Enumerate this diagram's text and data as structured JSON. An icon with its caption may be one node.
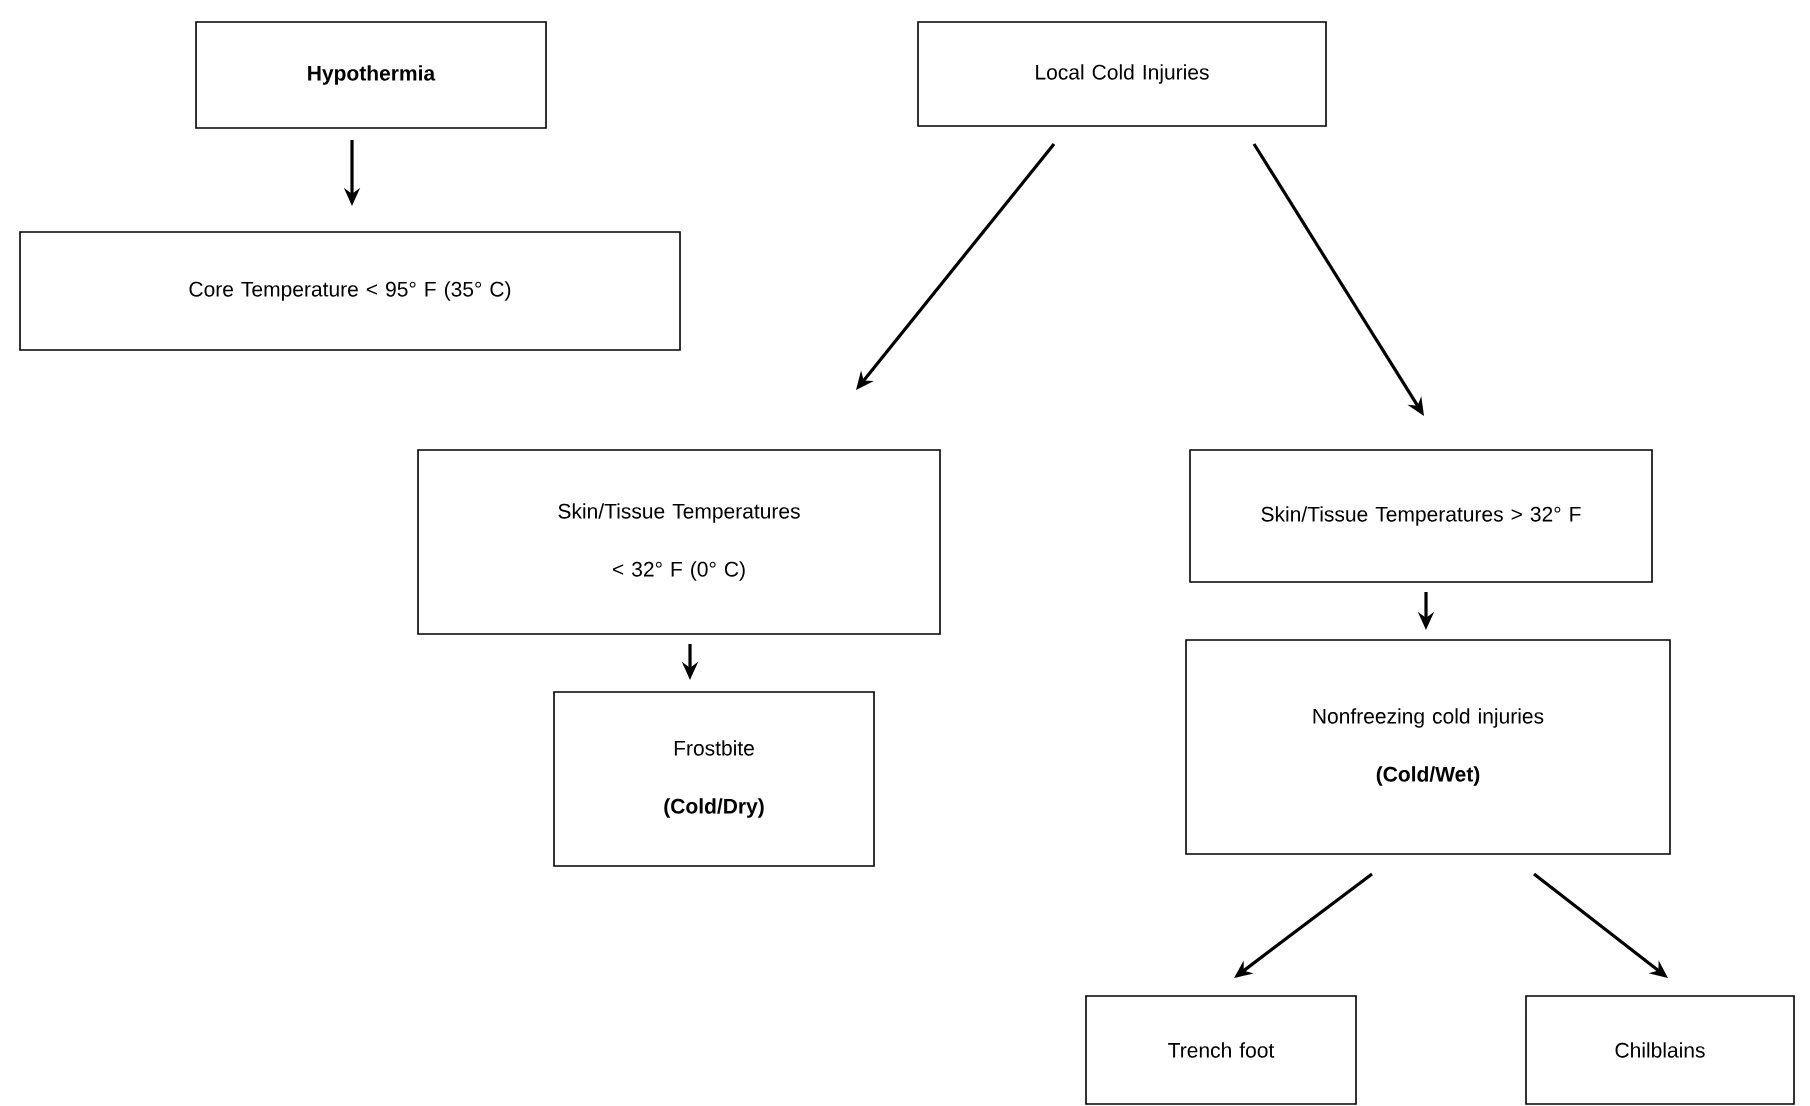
{
  "diagram": {
    "nodes": [
      {
        "text": [
          "**Hypothermia**"
        ]
      },
      {
        "text": [
          "Core Temperature < 95° F (35° C)"
        ]
      },
      {
        "text": [
          "Local Cold Injuries"
        ]
      },
      {
        "text": [
          "Skin/Tissue Temperatures",
          "< 32° F (0° C)"
        ]
      },
      {
        "text": [
          "Skin/Tissue Temperatures > 32° F"
        ]
      },
      {
        "text": [
          "Frostbite",
          "**(Cold/Dry)**"
        ]
      },
      {
        "text": [
          "Nonfreezing cold injuries",
          "**(Cold/Wet)**"
        ]
      },
      {
        "text": [
          "Trench foot"
        ]
      },
      {
        "text": [
          "Chilblains"
        ]
      }
    ],
    "edges": [
      {
        "from": 0,
        "to": 1,
        "arrow": "to"
      },
      {
        "from": 2,
        "to": 3,
        "arrow": "to"
      },
      {
        "from": 2,
        "to": 4,
        "arrow": "to"
      },
      {
        "from": 3,
        "to": 5,
        "arrow": "to"
      },
      {
        "from": 4,
        "to": 6,
        "arrow": "to"
      },
      {
        "from": 6,
        "to": 7,
        "arrow": "to"
      },
      {
        "from": 6,
        "to": 8,
        "arrow": "to"
      }
    ]
  }
}
